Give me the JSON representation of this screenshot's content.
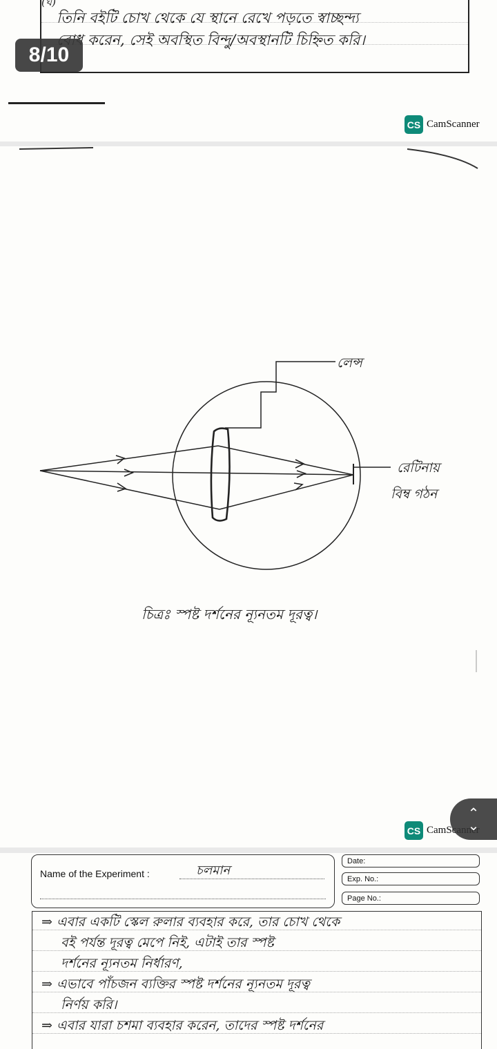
{
  "viewer": {
    "page_counter": "8/10",
    "watermark": "CamScanner",
    "watermark_logo": "CS"
  },
  "page1": {
    "marker": "(ঘ)",
    "lines": [
      "তিনি বইটি চোখ থেকে যে স্থানে রেখে পড়তে স্বাচ্ছন্দ্য",
      "বোধ করেন, সেই অবস্থিত বিন্দু/অবস্থানটি চিহ্নিত করি।"
    ]
  },
  "page2": {
    "labels": {
      "lens": "লেন্স",
      "retina_line1": "রেটিনায়",
      "retina_line2": "বিম্ব গঠন"
    },
    "caption": "চিত্রঃ স্পষ্ট দর্শনের ন্যূনতম দূরত্ব।"
  },
  "page3": {
    "experiment_label": "Name of the Experiment :",
    "experiment_value": "চলমান",
    "date_label": "Date:",
    "exp_no_label": "Exp. No.:",
    "page_no_label": "Page No.:",
    "lines": [
      "⇒ এবার একটি স্কেল রুলার ব্যবহার করে, তার চোখ থেকে",
      "বই পর্যন্ত দূরত্ব মেপে নিই, এটাই তার স্পষ্ট",
      "দর্শনের ন্যূনতম নির্ধারণ,",
      "⇒ এভাবে পাঁচজন ব্যক্তির স্পষ্ট দর্শনের ন্যূনতম দূরত্ব",
      "নির্ণয় করি।",
      "⇒ এবার যারা চশমা ব্যবহার করেন, তাদের স্পষ্ট দর্শনের"
    ]
  }
}
